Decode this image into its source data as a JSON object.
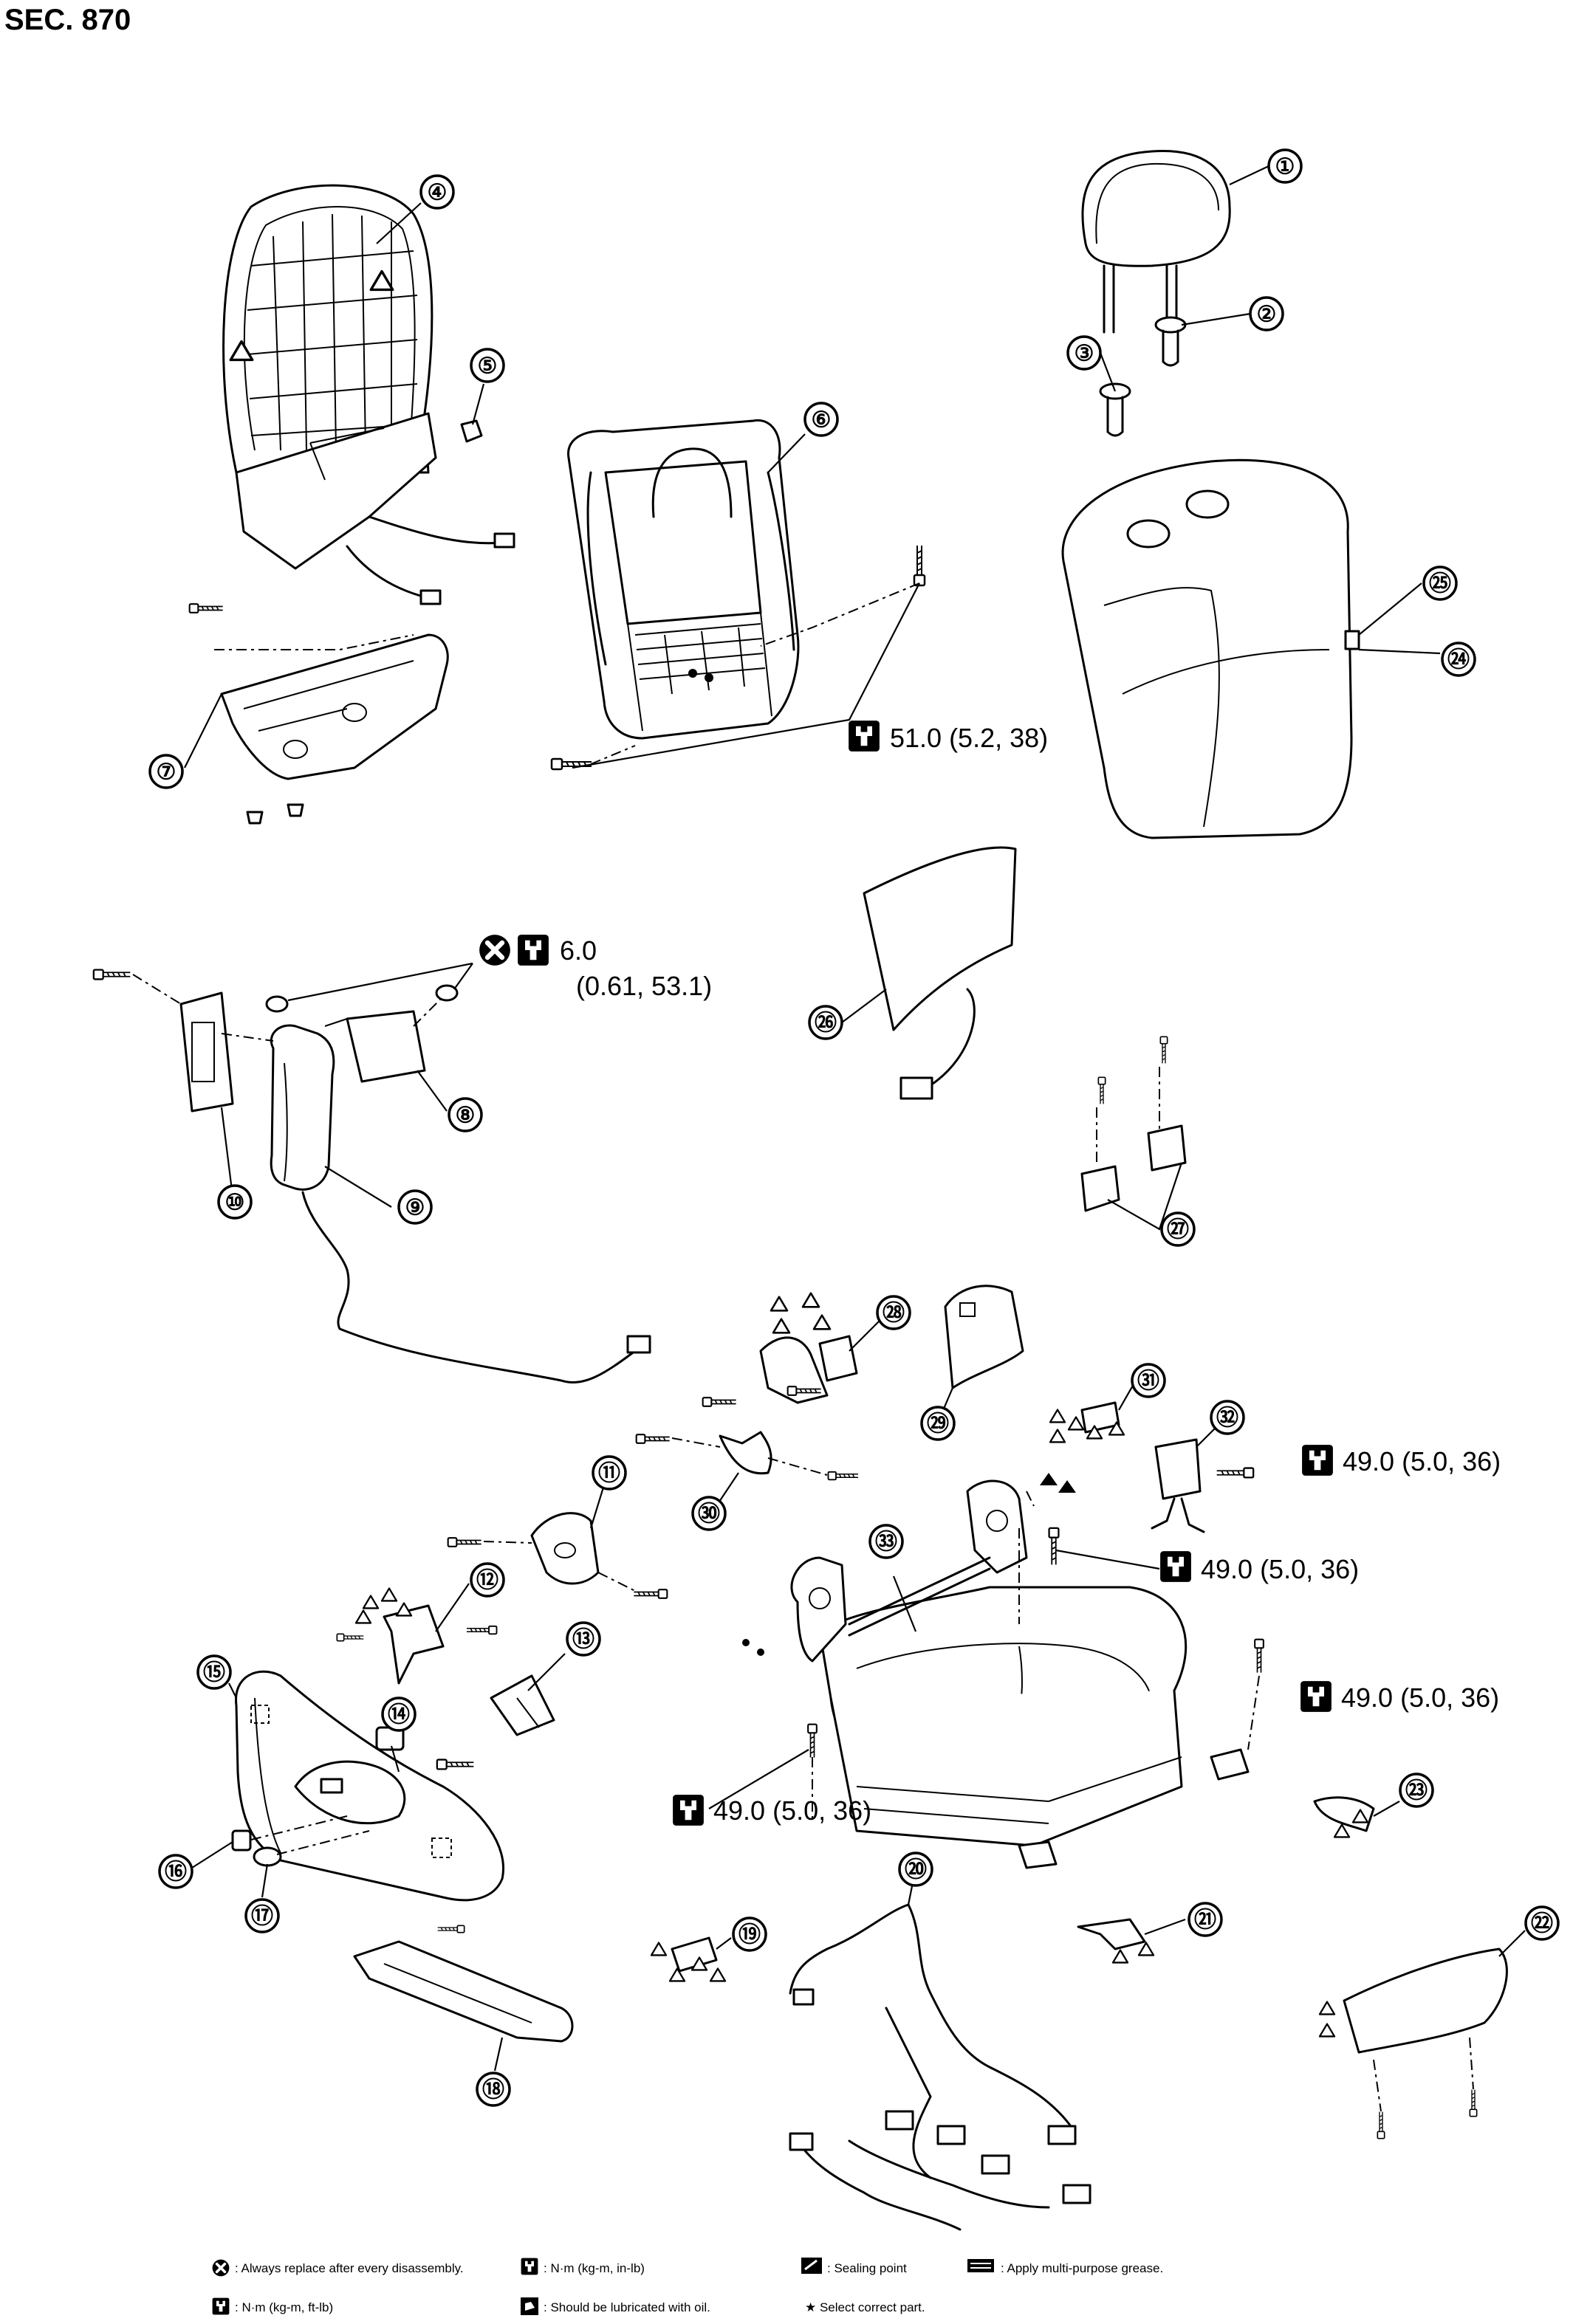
{
  "header": {
    "section": "SEC. 870"
  },
  "callouts": [
    {
      "id": "c1",
      "label": "①"
    },
    {
      "id": "c2",
      "label": "②"
    },
    {
      "id": "c3",
      "label": "③"
    },
    {
      "id": "c4",
      "label": "④"
    },
    {
      "id": "c5",
      "label": "⑤"
    },
    {
      "id": "c6",
      "label": "⑥"
    },
    {
      "id": "c7",
      "label": "⑦"
    },
    {
      "id": "c8",
      "label": "⑧"
    },
    {
      "id": "c9",
      "label": "⑨"
    },
    {
      "id": "c10",
      "label": "⑩"
    },
    {
      "id": "c11",
      "label": "⑪"
    },
    {
      "id": "c12",
      "label": "⑫"
    },
    {
      "id": "c13",
      "label": "⑬"
    },
    {
      "id": "c14",
      "label": "⑭"
    },
    {
      "id": "c15",
      "label": "⑮"
    },
    {
      "id": "c16",
      "label": "⑯"
    },
    {
      "id": "c17",
      "label": "⑰"
    },
    {
      "id": "c18",
      "label": "⑱"
    },
    {
      "id": "c19",
      "label": "⑲"
    },
    {
      "id": "c20",
      "label": "⑳"
    },
    {
      "id": "c21",
      "label": "㉑"
    },
    {
      "id": "c22",
      "label": "㉒"
    },
    {
      "id": "c23",
      "label": "㉓"
    },
    {
      "id": "c24",
      "label": "㉔"
    },
    {
      "id": "c25",
      "label": "㉕"
    },
    {
      "id": "c26",
      "label": "㉖"
    },
    {
      "id": "c27",
      "label": "㉗"
    },
    {
      "id": "c28",
      "label": "㉘"
    },
    {
      "id": "c29",
      "label": "㉙"
    },
    {
      "id": "c30",
      "label": "㉚"
    },
    {
      "id": "c31",
      "label": "㉛"
    },
    {
      "id": "c32",
      "label": "㉜"
    },
    {
      "id": "c33",
      "label": "㉝"
    }
  ],
  "torques": {
    "frame": "51.0 (5.2, 38)",
    "airbag_nut_line1": "6.0",
    "airbag_nut_line2": "(0.61, 53.1)",
    "buckle": "49.0 (5.0, 36)",
    "seat_rear": "49.0 (5.0, 36)",
    "seat_right": "49.0 (5.0, 36)",
    "seat_front": "49.0 (5.0, 36)"
  },
  "legend": {
    "replace": ": Always replace after every disassembly.",
    "nm_inlb": ": N·m (kg-m, in-lb)",
    "sealing": ": Sealing point",
    "grease": ": Apply multi-purpose grease.",
    "nm_ftlb": ": N·m (kg-m, ft-lb)",
    "oil": ": Should be lubricated with oil.",
    "select": "★ Select correct part."
  },
  "icons": {
    "replace": "x-circle-icon",
    "torque": "torque-wrench-icon",
    "sealing": "sealing-icon",
    "grease": "grease-icon",
    "oil": "oil-can-icon"
  }
}
